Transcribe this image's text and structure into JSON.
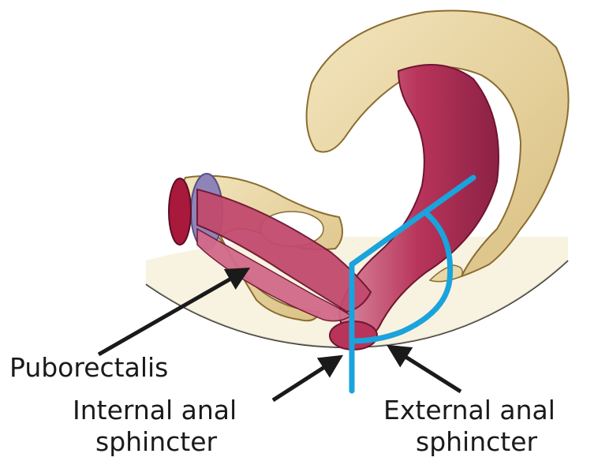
{
  "labels": {
    "puborectalis": "Puborectalis",
    "internal_anal_sphincter": [
      "Internal anal",
      "sphincter"
    ],
    "external_anal_sphincter": [
      "External anal",
      "sphincter"
    ]
  },
  "colors": {
    "bone": "#e9d7a6",
    "bone_shadow": "#c7a864",
    "muscle": "#b8345a",
    "muscle_light": "#d97896",
    "muscle_dark": "#7d1a3a",
    "pubic_symphysis": "#8f84b8",
    "diagram_overlay": "#1aa3dc",
    "pelvic_floor_line": "#2a2a2a",
    "arrow": "#1a1a1a",
    "text": "#1a1a1a"
  },
  "icons": {
    "arrow": "arrow-icon"
  }
}
